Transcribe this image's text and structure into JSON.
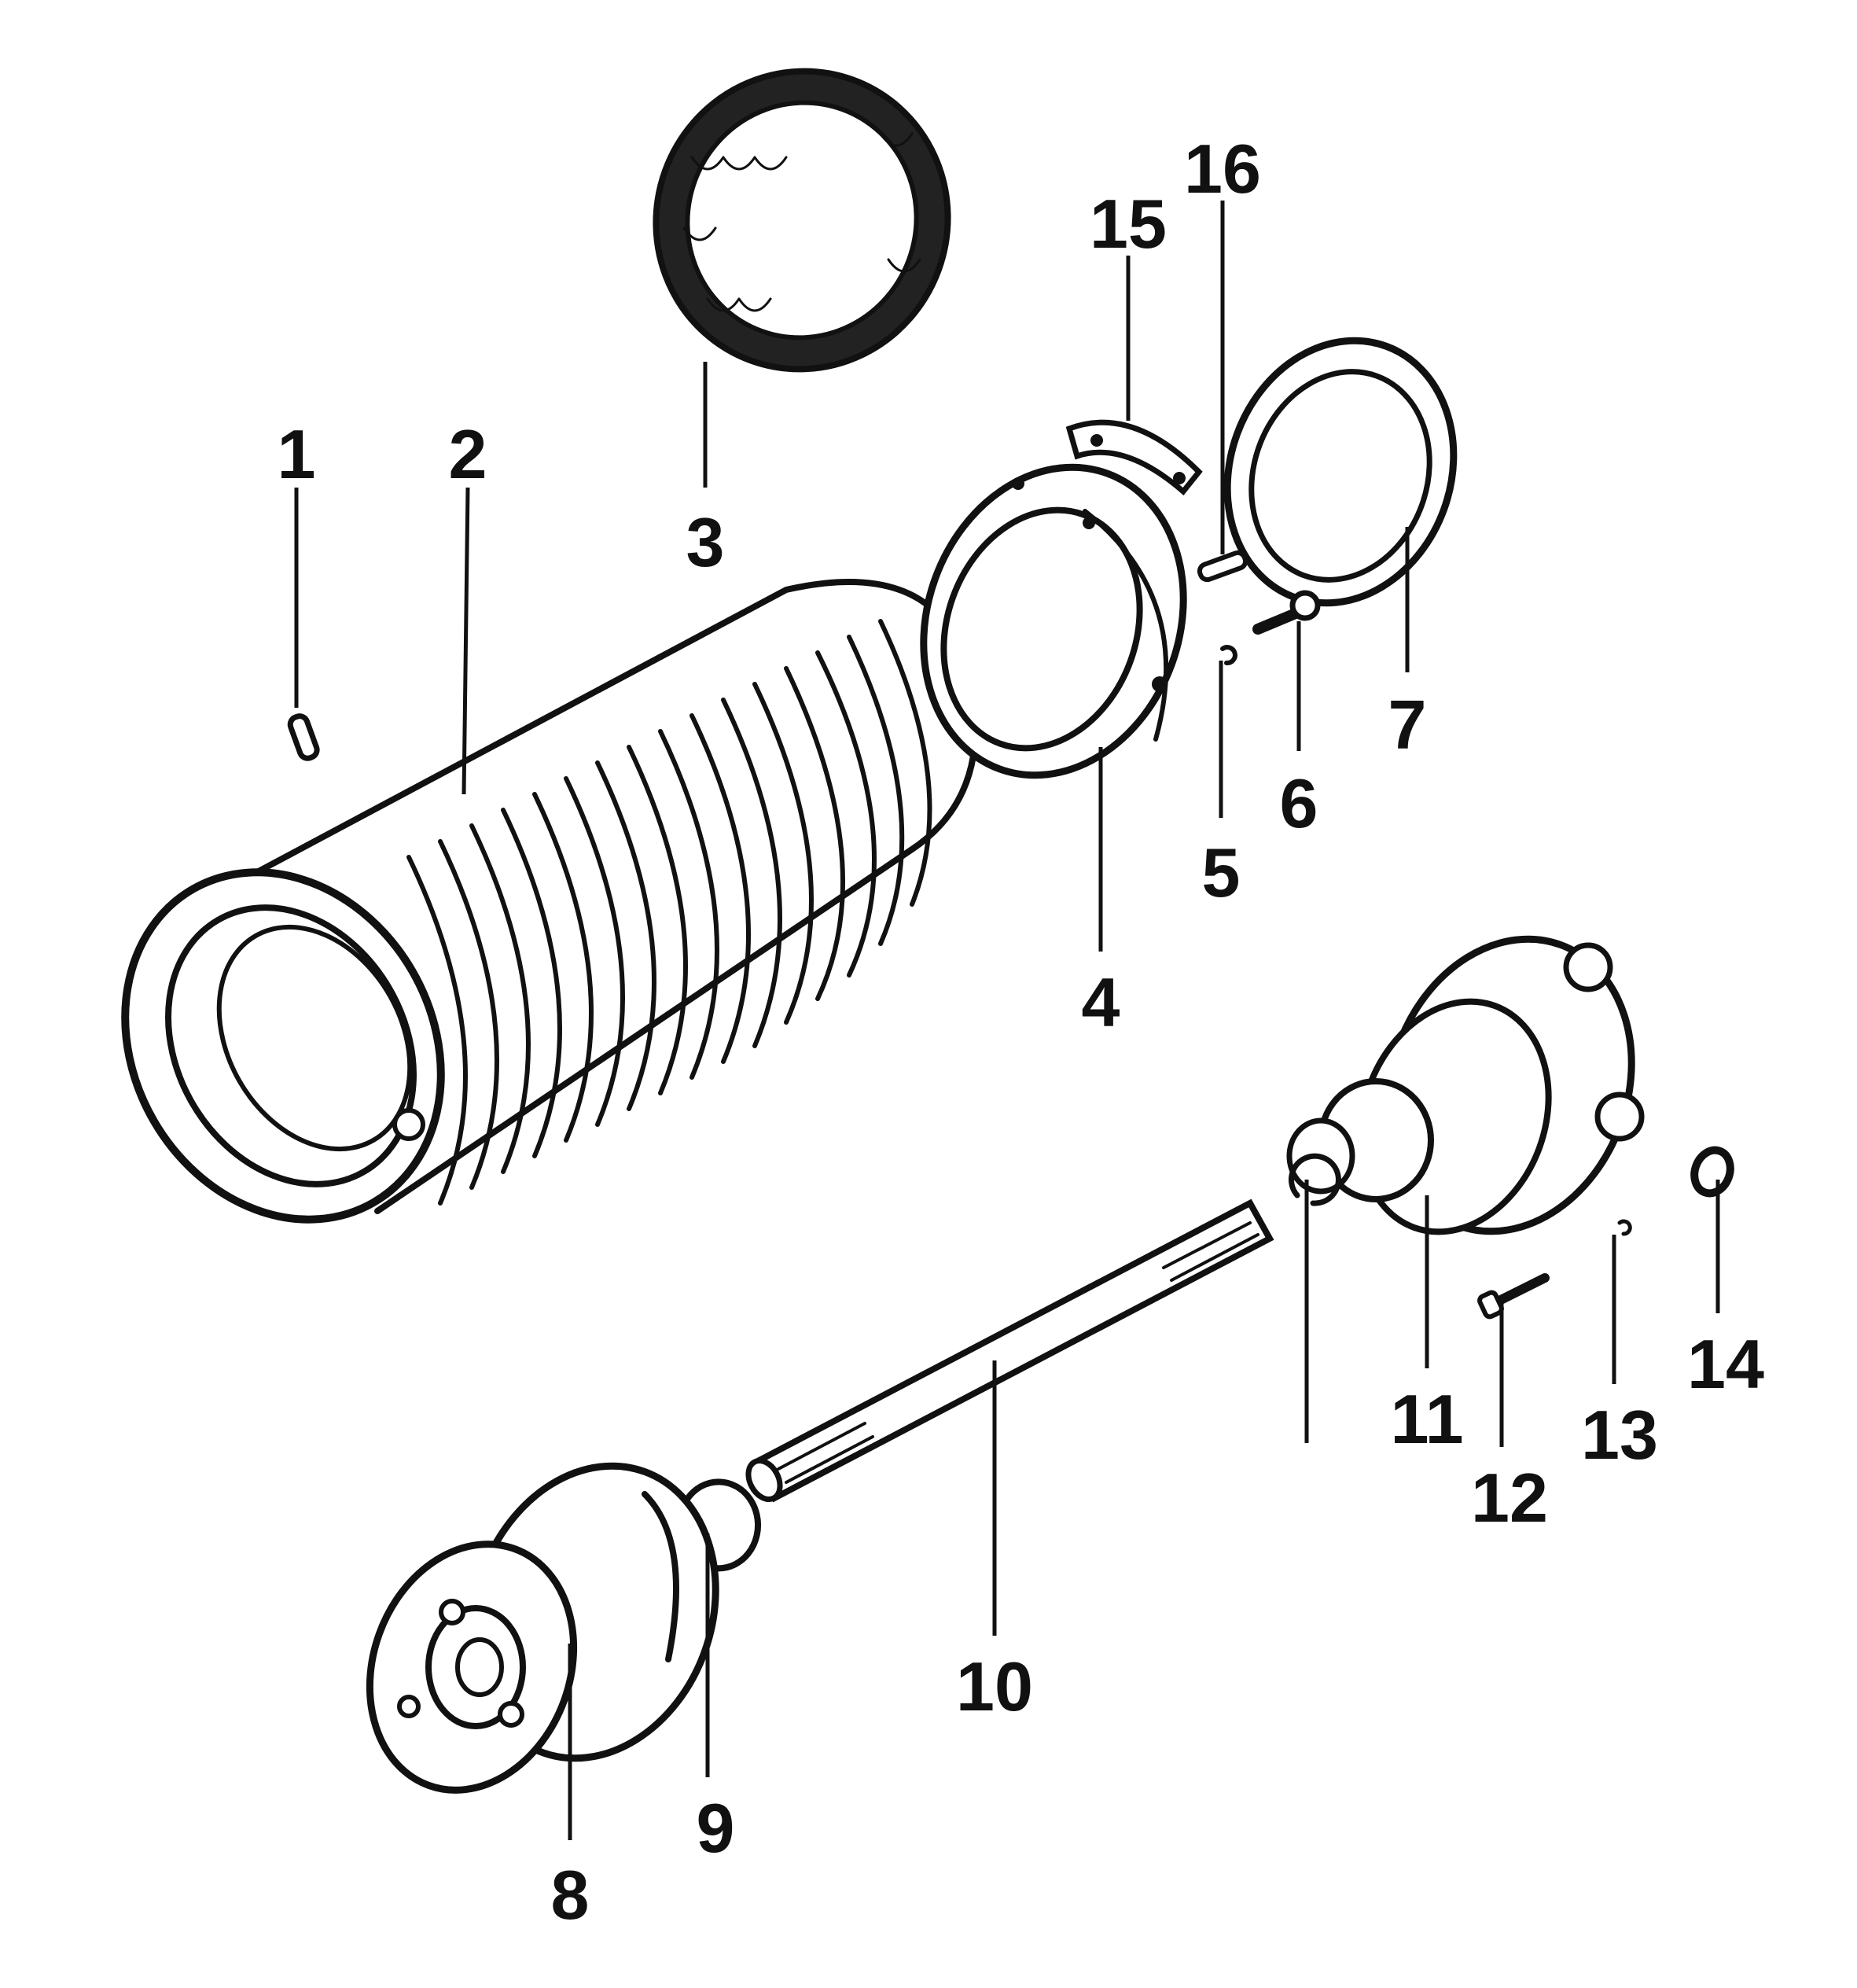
{
  "diagram": {
    "ink_color": "#111111",
    "background_color": "#ffffff",
    "callouts": [
      "1",
      "2",
      "3",
      "4",
      "5",
      "6",
      "7",
      "8",
      "9",
      "10",
      "11",
      "12",
      "13",
      "14",
      "15",
      "16"
    ]
  }
}
